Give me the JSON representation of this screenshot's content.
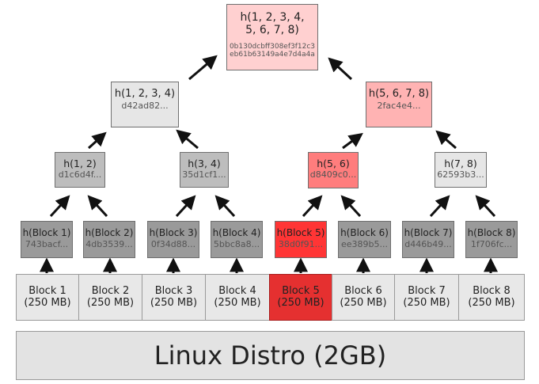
{
  "colors": {
    "neutral_leaf_hash": "#9a9a9a",
    "neutral_level1": "#bdbdbd",
    "neutral_level2": "#e6e6e6",
    "highlight_block": "#e53030",
    "highlight_leaf_hash": "#ff3535",
    "highlight_level1": "#ff7d7d",
    "highlight_level2": "#ffb3b3",
    "root": "#ffd0d0",
    "block": "#e8e8e8",
    "arrow": "#111111"
  },
  "root": {
    "label": "h(1, 2, 3, 4,",
    "label2": "5, 6, 7, 8)",
    "hash1": "0b130dcbff308ef3f12c3",
    "hash2": "eb61b63149a4e7d4a4a"
  },
  "level2": [
    {
      "label": "h(1, 2, 3, 4)",
      "hash": "d42ad82..."
    },
    {
      "label": "h(5, 6, 7, 8)",
      "hash": "2fac4e4..."
    }
  ],
  "level1": [
    {
      "label": "h(1, 2)",
      "hash": "d1c6d4f..."
    },
    {
      "label": "h(3, 4)",
      "hash": "35d1cf1..."
    },
    {
      "label": "h(5, 6)",
      "hash": "d8409c0..."
    },
    {
      "label": "h(7, 8)",
      "hash": "62593b3..."
    }
  ],
  "leaf_hashes": [
    {
      "label": "h(Block 1)",
      "hash": "743bacf..."
    },
    {
      "label": "h(Block 2)",
      "hash": "4db3539..."
    },
    {
      "label": "h(Block 3)",
      "hash": "0f34d88..."
    },
    {
      "label": "h(Block 4)",
      "hash": "5bbc8a8..."
    },
    {
      "label": "h(Block 5)",
      "hash": "38d0f91..."
    },
    {
      "label": "h(Block 6)",
      "hash": "ee389b5..."
    },
    {
      "label": "h(Block 7)",
      "hash": "d446b49..."
    },
    {
      "label": "h(Block 8)",
      "hash": "1f706fc..."
    }
  ],
  "blocks": [
    {
      "label": "Block 1",
      "size": "(250 MB)"
    },
    {
      "label": "Block 2",
      "size": "(250 MB)"
    },
    {
      "label": "Block 3",
      "size": "(250 MB)"
    },
    {
      "label": "Block 4",
      "size": "(250 MB)"
    },
    {
      "label": "Block 5",
      "size": "(250 MB)"
    },
    {
      "label": "Block 6",
      "size": "(250 MB)"
    },
    {
      "label": "Block 7",
      "size": "(250 MB)"
    },
    {
      "label": "Block 8",
      "size": "(250 MB)"
    }
  ],
  "distro": {
    "label": "Linux Distro (2GB)"
  }
}
